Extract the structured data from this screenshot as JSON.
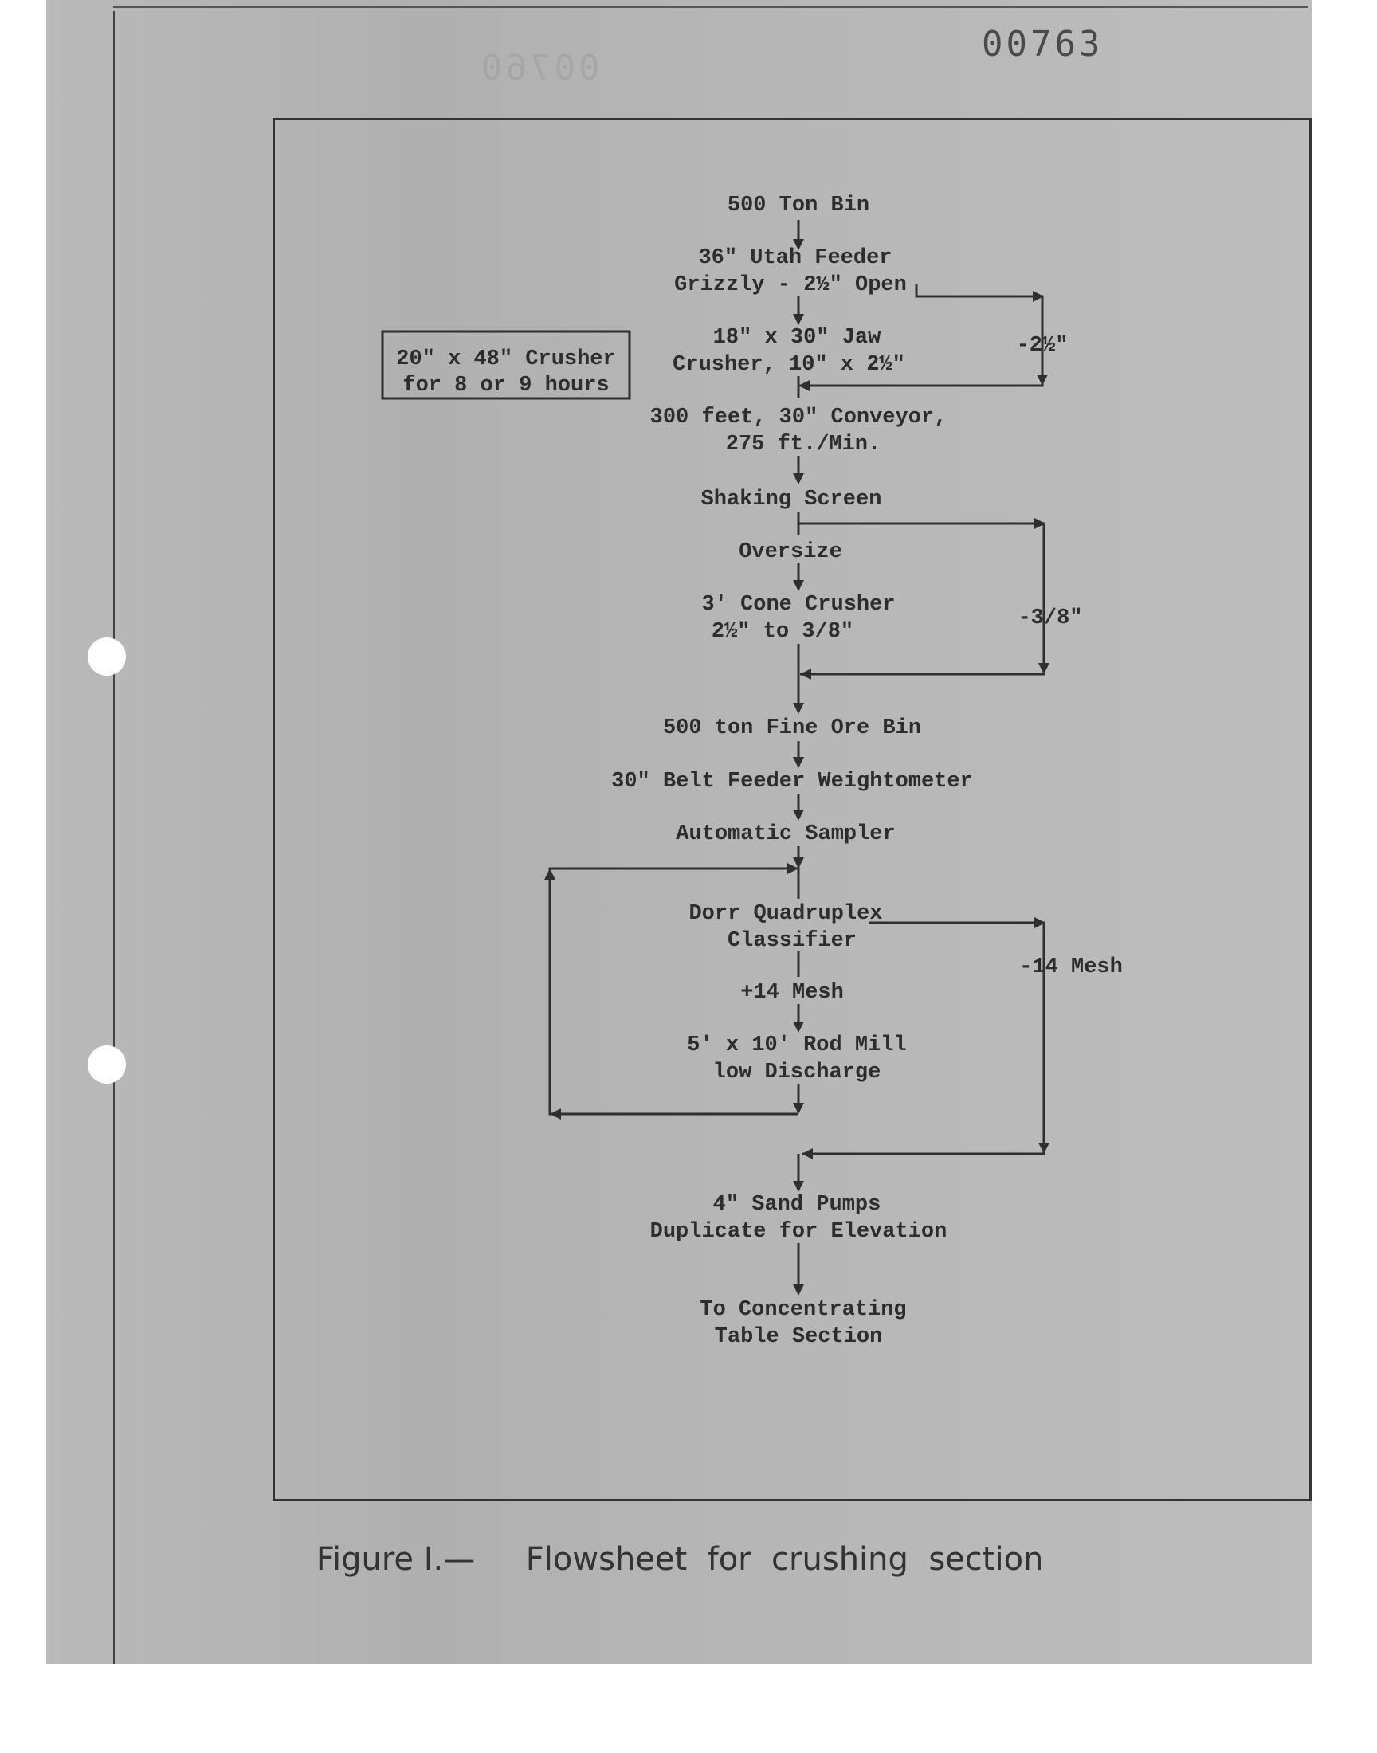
{
  "document_number": "00763",
  "ghost_number": "00760",
  "caption": {
    "figure": "Figure I.—",
    "text": "Flowsheet  for  crushing  section"
  },
  "side_note": {
    "line1": "20\" x 48\" Crusher",
    "line2": "for 8 or 9 hours"
  },
  "nodes": {
    "bin": "500 Ton Bin",
    "feeder": "36\" Utah Feeder",
    "grizzly": "Grizzly  -  2½\" Open",
    "jaw1": "18\" x 30\" Jaw",
    "jaw2": "Crusher, 10\" x 2½\"",
    "conveyor1": "300 feet, 30\" Conveyor,",
    "conveyor2": "275 ft./Min.",
    "screen": "Shaking Screen",
    "oversize": "Oversize",
    "cone1": "3' Cone Crusher",
    "cone2": "2½\" to 3/8\"",
    "fine_bin": "500 ton Fine Ore Bin",
    "belt": "30\" Belt Feeder Weightometer",
    "sampler": "Automatic Sampler",
    "classifier1": "Dorr Quadruplex",
    "classifier2": "Classifier",
    "plus14": "+14 Mesh",
    "rod1": "5' x 10' Rod Mill",
    "rod2": "low Discharge",
    "pumps1": "4\" Sand Pumps",
    "pumps2": "Duplicate for Elevation",
    "to1": "To Concentrating",
    "to2": "Table Section"
  },
  "branch_labels": {
    "grizzly_bypass": "-2½\"",
    "screen_bypass": "-3/8\"",
    "classifier_bypass": "-14 Mesh"
  }
}
